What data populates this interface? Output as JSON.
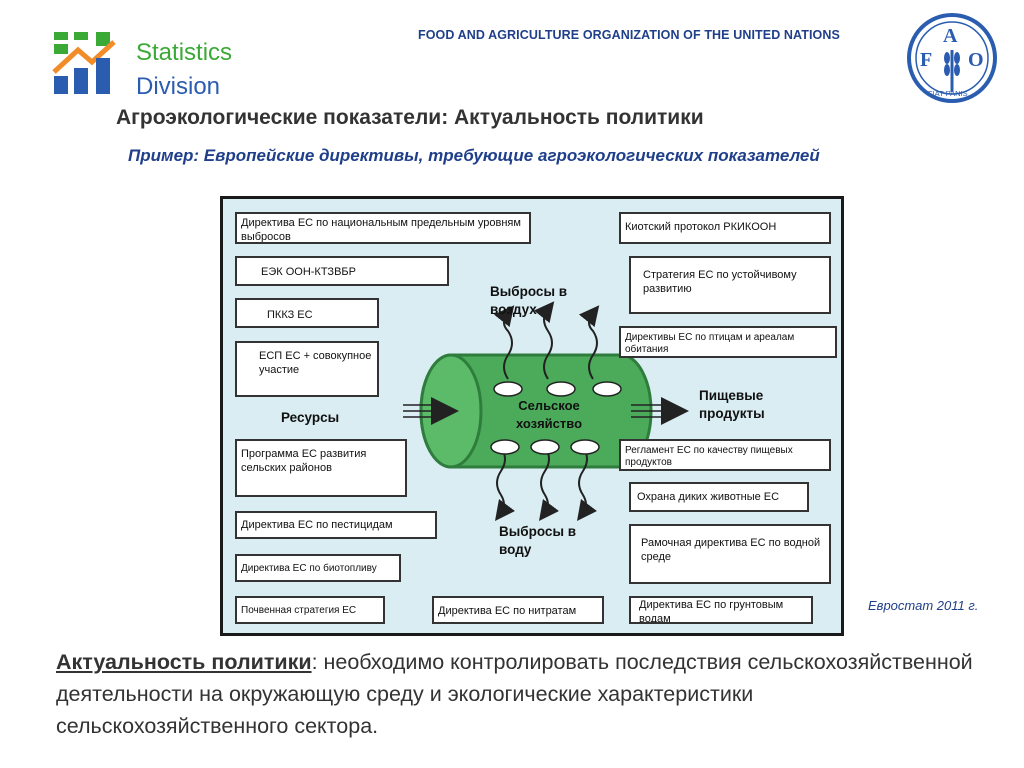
{
  "header": {
    "logo_line1": "Statistics",
    "logo_line2": "Division",
    "org_name": "FOOD AND AGRICULTURE ORGANIZATION OF THE UNITED NATIONS",
    "fao_letters": [
      "F",
      "A",
      "O"
    ],
    "fao_motto": "FIAT PANIS"
  },
  "title": "Агроэкологические показатели: Актуальность политики",
  "subtitle": "Пример: Европейские директивы, требующие агроэкологических показателей",
  "diagram": {
    "left_boxes": [
      "Директива ЕС по национальным предельным уровням выбросов",
      "ЕЭК ООН-КТЗВБР",
      "ПККЗ ЕС",
      "ЕСП ЕС + совокупное участие",
      "Программа ЕС развития сельских районов",
      "Директива ЕС по пестицидам",
      "Директива ЕС по биотопливу",
      "Почвенная стратегия ЕС"
    ],
    "right_boxes": [
      "Киотский протокол РКИКООН",
      "Стратегия ЕС по устойчивому развитию",
      "Директивы ЕС по птицам и ареалам обитания",
      "Регламент ЕС по качеству пищевых продуктов",
      "Охрана диких животные ЕС",
      "Рамочная директива ЕС по водной среде",
      "Директива ЕС по грунтовым водам"
    ],
    "bottom_box": "Директива ЕС по нитратам",
    "labels": {
      "air": "Выбросы в воздух",
      "water": "Выбросы в воду",
      "resources": "Ресурсы",
      "food": "Пищевые продукты",
      "agriculture": "Сельское хозяйство"
    },
    "colors": {
      "background": "#d9edf3",
      "cylinder": "#4cab5b",
      "cylinder_dark": "#2f7d3c"
    }
  },
  "source": "Евростат 2011 г.",
  "body": {
    "lead": "Актуальность политики",
    "text": ": необходимо контролировать последствия сельскохозяйственной деятельности на окружающую среду и экологические характеристики сельскохозяйственного сектора."
  }
}
